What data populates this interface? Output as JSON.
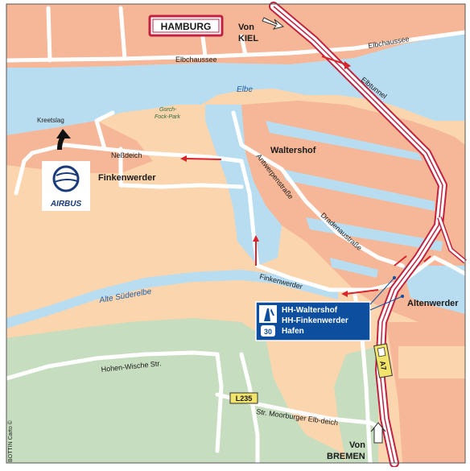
{
  "map": {
    "cities": {
      "hamburg": "HAMBURG",
      "waltershof": "Waltershof",
      "finkenwerder": "Finkenwerder",
      "altenwerder": "Altenwerder",
      "kreetslag": "Kreetslag"
    },
    "directions": {
      "from_kiel_1": "Von",
      "from_kiel_2": "KIEL",
      "from_bremen_1": "Von",
      "from_bremen_2": "BREMEN"
    },
    "streets": {
      "elbchaussee_1": "Elbchaussee",
      "elbchaussee_2": "Elbchaussee",
      "elbtunnel": "Elbtunnel",
      "neßdeich": "Neßdeich",
      "antwerpenstrasse": "Antwerpenstraße",
      "dradenaustrasse": "Dradenaustraße",
      "finkenwerder_str": "Finkenwerder",
      "hohen_wische": "Hohen-Wische Str.",
      "moorburger": "Str. Moorburger Elb-deich"
    },
    "water": {
      "elbe": "Elbe",
      "alte_suederelbe": "Alte Süderelbe"
    },
    "park": {
      "line1": "Gorch-",
      "line2": "Fock-Park"
    },
    "road_badges": {
      "l235": "L235",
      "a7": "A7"
    },
    "logo": {
      "airbus": "AIRBUS"
    },
    "exit_sign": {
      "line1": "HH-Waltershof",
      "line2": "HH-Finkenwerder",
      "line3": "Hafen",
      "number": "30"
    },
    "copyright": "BOTTIN Carto ©"
  },
  "colors": {
    "water": "#b9ddf0",
    "land_orange": "#f5b797",
    "land_peach": "#fbd5ae",
    "land_green": "#c6ddbf",
    "road": "#ffffff",
    "motorway": "#c0223f",
    "sign_blue": "#0d4f9e",
    "red_arrow": "#d8242b"
  }
}
